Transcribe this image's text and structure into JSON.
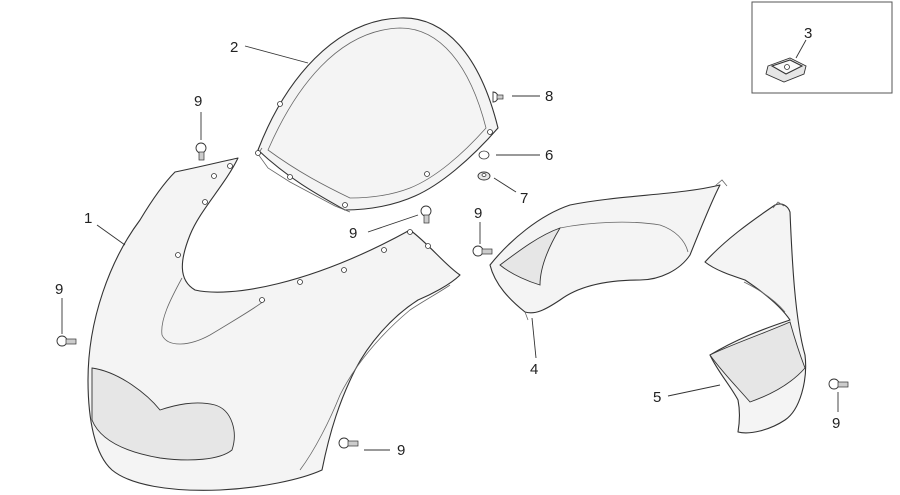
{
  "callouts": {
    "c1": "1",
    "c2": "2",
    "c3": "3",
    "c4": "4",
    "c5": "5",
    "c6": "6",
    "c7": "7",
    "c8": "8",
    "c9a": "9",
    "c9b": "9",
    "c9c": "9",
    "c9d": "9",
    "c9e": "9",
    "c9f": "9"
  }
}
